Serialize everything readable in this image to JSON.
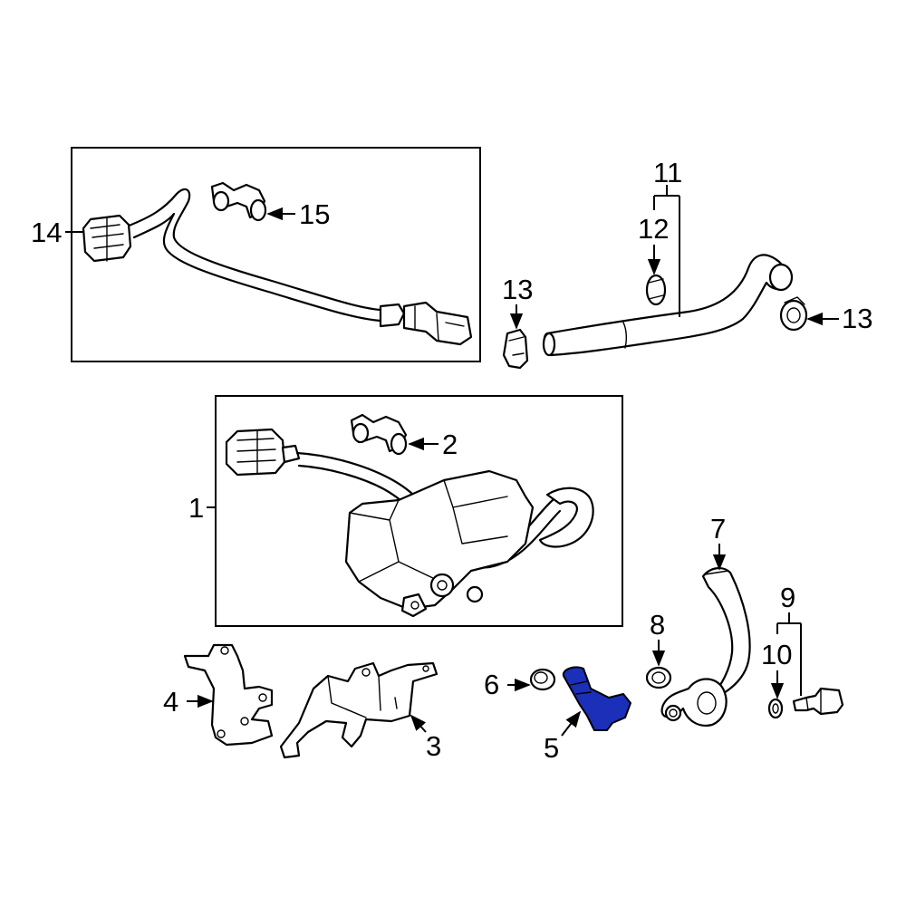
{
  "diagram": {
    "highlight_color": "#1b2fb8",
    "callouts": {
      "c1": "1",
      "c2": "2",
      "c3": "3",
      "c4": "4",
      "c5": "5",
      "c6": "6",
      "c7": "7",
      "c8": "8",
      "c9": "9",
      "c10": "10",
      "c11": "11",
      "c12": "12",
      "c13a": "13",
      "c13b": "13",
      "c14": "14",
      "c15": "15"
    }
  }
}
